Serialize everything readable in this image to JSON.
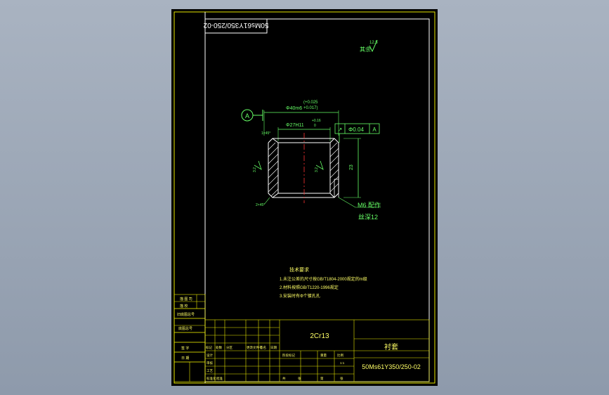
{
  "drawing": {
    "mirrored_code": "50Ms61Y350/250-02",
    "roughness_label": "其余",
    "roughness_value": "12.5",
    "datum_label": "A",
    "outer_diameter": "Φ40m6",
    "outer_tol_upper": "(+0.025",
    "outer_tol_lower": "+0.017)",
    "inner_diameter": "Φ27H11",
    "inner_tol_upper": "+0.16",
    "inner_tol_lower": "0",
    "runout_symbol": "↗",
    "runout_value": "Φ0.04",
    "runout_datum": "A",
    "chamfer_top": "1×45°",
    "chamfer_bottom": "2×45°",
    "angle_left": "3.2",
    "angle_right": "3.2",
    "height_dim": "23",
    "thread_note_1": "M6 配作",
    "thread_note_2": "丝深12"
  },
  "notes": {
    "title": "技术要求",
    "lines": [
      "1.未注公差的尺寸按GB/T1804-2000规定的m级",
      "2.材料按照GB/T1220-1996规定",
      "3.安装时有Φ个镀孔孔"
    ]
  },
  "title_block": {
    "material": "2Cr13",
    "part_name": "衬套",
    "drawing_code": "50Ms61Y350/250-02",
    "left_stack": [
      "描 图 司",
      "描 校",
      "旧底图总号",
      "底图总号",
      "签 字",
      "日 期"
    ],
    "bottom_left": [
      "标记",
      "处数",
      "分区",
      "更改文件号",
      "签名",
      "日期"
    ],
    "row_labels": [
      "设计",
      "审核",
      "工艺",
      "标准化",
      "批准"
    ],
    "stage_labels": [
      "阶段标记",
      "重量",
      "比例"
    ],
    "scale": "1:1",
    "sheets": [
      "共",
      "张",
      "第",
      "张"
    ]
  }
}
